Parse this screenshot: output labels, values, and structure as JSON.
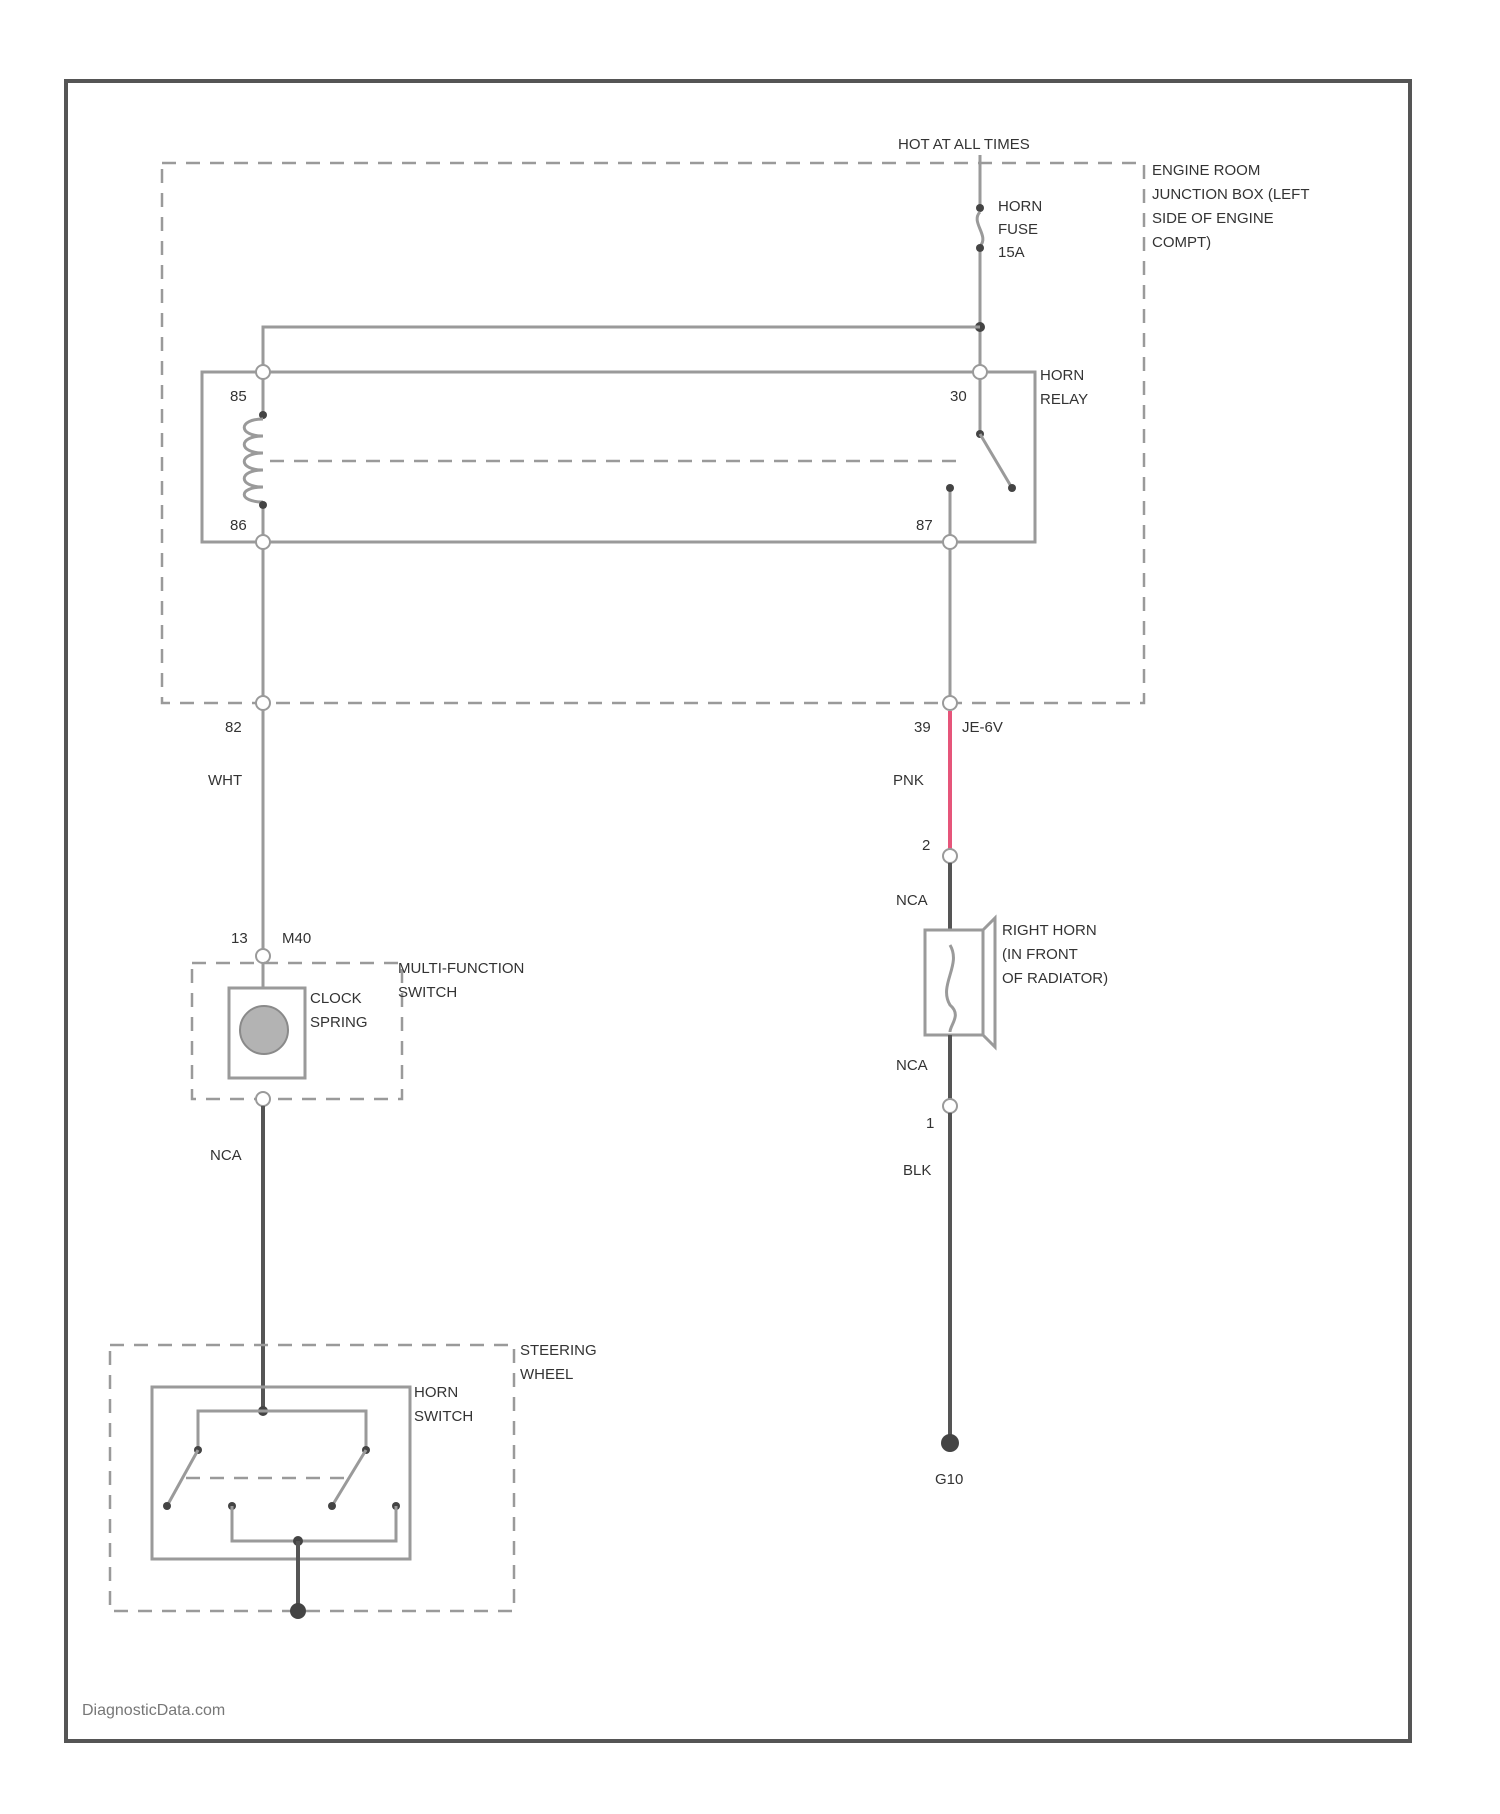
{
  "power": {
    "label": "HOT AT ALL TIMES"
  },
  "junction_box": {
    "label_lines": [
      "ENGINE ROOM",
      "JUNCTION BOX (LEFT",
      "SIDE OF ENGINE",
      "COMPT)"
    ]
  },
  "fuse": {
    "label_lines": [
      "HORN",
      "FUSE",
      "15A"
    ]
  },
  "relay": {
    "label_lines": [
      "HORN",
      "RELAY"
    ],
    "pins": {
      "p85": "85",
      "p86": "86",
      "p30": "30",
      "p87": "87"
    }
  },
  "connectors": {
    "jb_left_pin": "82",
    "jb_right_pin": "39",
    "jb_right_id": "JE-6V",
    "mfs_pin": "13",
    "mfs_id": "M40",
    "horn_pin_top": "2",
    "horn_pin_bottom": "1"
  },
  "wires": {
    "left_upper": "WHT",
    "left_lower": "NCA",
    "right_upper": "PNK",
    "right_horn_top": "NCA",
    "right_horn_bottom": "NCA",
    "right_lower": "BLK"
  },
  "multifunction_switch": {
    "label_lines": [
      "MULTI-FUNCTION",
      "SWITCH"
    ]
  },
  "clock_spring": {
    "label_lines": [
      "CLOCK",
      "SPRING"
    ]
  },
  "right_horn": {
    "label_lines": [
      "RIGHT HORN",
      "(IN FRONT",
      "OF RADIATOR)"
    ]
  },
  "ground": {
    "label": "G10"
  },
  "steering_wheel": {
    "label_lines": [
      "STEERING",
      "WHEEL"
    ]
  },
  "horn_switch": {
    "label_lines": [
      "HORN",
      "SWITCH"
    ]
  },
  "watermark": {
    "text": "DiagnosticData.com"
  },
  "colors": {
    "pink_wire": "#e6557a",
    "wire_gray": "#9a9a9a",
    "frame": "#555555"
  }
}
